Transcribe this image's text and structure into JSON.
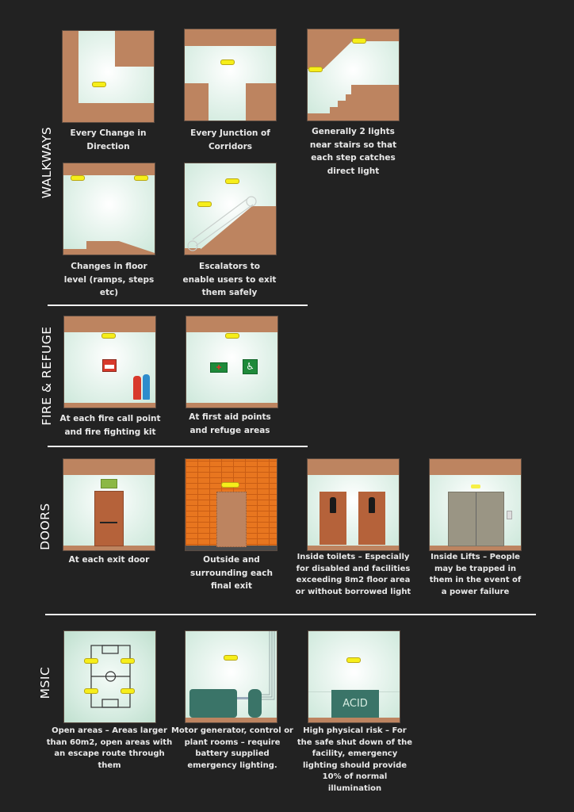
{
  "sections": {
    "walkways": {
      "label": "WALKWAYS"
    },
    "fire_refuge": {
      "label": "FIRE & REFUGE"
    },
    "doors": {
      "label": "DOORS"
    },
    "msic": {
      "label": "MSIC"
    }
  },
  "captions": {
    "change_direction": [
      "Every Change in",
      "Direction"
    ],
    "junction": [
      "Every Junction of",
      "Corridors"
    ],
    "stairs": [
      "Generally 2 lights",
      "near stairs so that",
      "each step catches",
      "direct light"
    ],
    "floor_level": [
      "Changes in floor",
      "level (ramps, steps",
      "etc)"
    ],
    "escalators": [
      "Escalators to",
      "enable users to exit",
      "them safely"
    ],
    "fire_call": [
      "At each fire call point",
      "and fire fighting kit"
    ],
    "first_aid": [
      "At first aid points",
      "and refuge areas"
    ],
    "exit_door": [
      "At each exit door"
    ],
    "final_exit": [
      "Outside and",
      "surrounding each",
      "final exit"
    ],
    "toilets": [
      "Inside toilets – Especially",
      "for disabled and facilities",
      "exceeding 8m2 floor area",
      "or without borrowed light"
    ],
    "lifts": [
      "Inside Lifts – People",
      "may be trapped in",
      "them in the event of",
      "a power failure"
    ],
    "open_areas": [
      "Open areas – Areas larger",
      "than 60m2, open areas with",
      "an escape route through",
      "them"
    ],
    "plant_rooms": [
      "Motor generator, control or",
      "plant rooms – require",
      "battery supplied",
      "emergency lighting."
    ],
    "high_risk": [
      "High physical risk – For",
      "the safe shut down of the",
      "facility, emergency",
      "lighting should provide",
      "10% of normal",
      "illumination"
    ]
  },
  "signs": {
    "acid_label": "ACID"
  },
  "colors": {
    "background": "#222222",
    "wall_brown": "#bd8460",
    "room_mint": "#cbe7d9",
    "lamp_yellow": "#f6ee1a",
    "door_brown": "#b5623a",
    "brick_orange": "#e8761f",
    "machine_green": "#3a7468",
    "lift_grey": "#9a9584"
  }
}
